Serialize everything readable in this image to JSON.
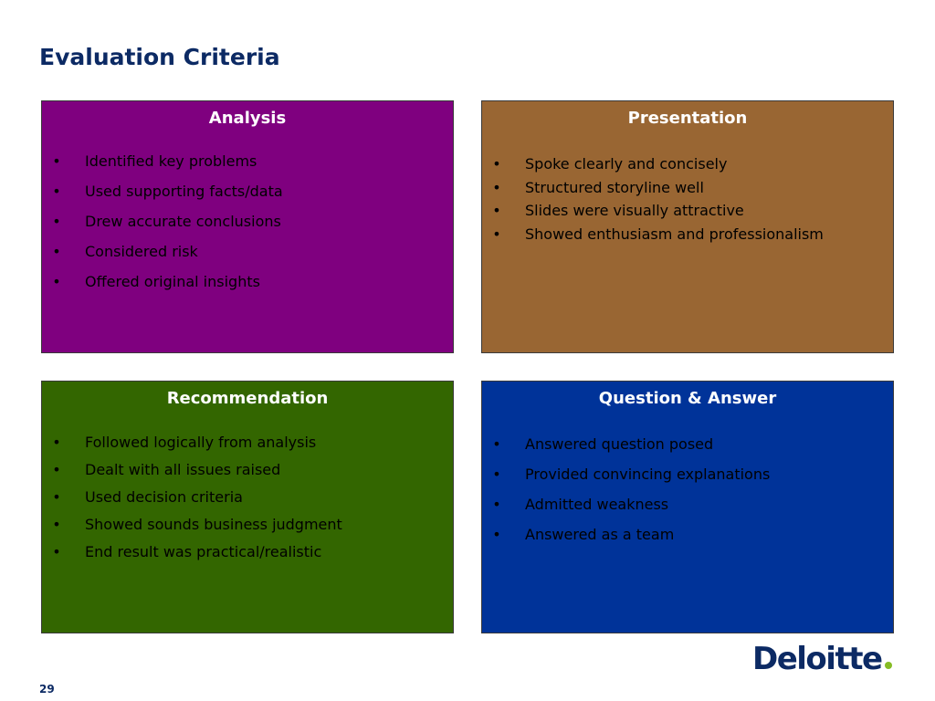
{
  "slide": {
    "title": "Evaluation Criteria",
    "page_number": "29"
  },
  "logo": {
    "text": "Deloitte",
    "dot_color": "#86bc25",
    "text_color": "#0c2a64"
  },
  "colors": {
    "analysis": "#7f007f",
    "presentation": "#996633",
    "recommendation": "#336600",
    "qa": "#003399"
  },
  "analysis": {
    "heading": "Analysis",
    "items": [
      "Identified key problems",
      "Used supporting facts/data",
      "Drew accurate conclusions",
      "Considered risk",
      "Offered original insights"
    ]
  },
  "presentation": {
    "heading": "Presentation",
    "items": [
      "Spoke clearly and concisely",
      "Structured storyline well",
      "Slides were visually attractive",
      "Showed enthusiasm and professionalism"
    ]
  },
  "recommendation": {
    "heading": "Recommendation",
    "items": [
      "Followed logically from analysis",
      "Dealt with all issues raised",
      "Used decision criteria",
      "Showed sounds business judgment",
      "End result was practical/realistic"
    ]
  },
  "qa": {
    "heading": "Question & Answer",
    "items": [
      "Answered question posed",
      "Provided convincing explanations",
      "Admitted weakness",
      "Answered as a team"
    ]
  }
}
